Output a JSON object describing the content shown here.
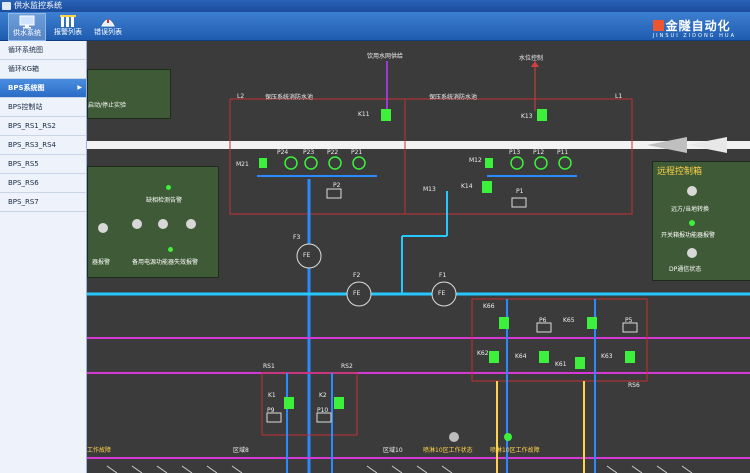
{
  "window": {
    "title": "供水监控系统"
  },
  "toolbar": {
    "buttons": [
      {
        "label": "供水系统",
        "icon": "monitor-icon"
      },
      {
        "label": "报警列表",
        "icon": "alarm-list-icon"
      },
      {
        "label": "错误列表",
        "icon": "error-list-icon"
      }
    ],
    "logo": {
      "text": "金隧自动化",
      "subtext": "JINSUI ZIDONG HUA"
    }
  },
  "sidebar": {
    "items": [
      {
        "label": "循环系统图"
      },
      {
        "label": "循环KG箱"
      },
      {
        "label": "BPS系统图",
        "active": true
      },
      {
        "label": "BPS控制站"
      },
      {
        "label": "BPS_RS1_RS2"
      },
      {
        "label": "BPS_RS3_RS4"
      },
      {
        "label": "BPS_RS5"
      },
      {
        "label": "BPS_RS6"
      },
      {
        "label": "BPS_RS7"
      }
    ]
  },
  "diagram": {
    "top_labels": {
      "fire_water": "饮用水网供给",
      "water_ctrl": "水位控制"
    },
    "tank_left_title": "保压系统消防水池",
    "tank_right_title": "保压系统消防水池",
    "L2": "L2",
    "L1": "L1",
    "K11": "K11",
    "K13": "K13",
    "K14": "K14",
    "M21": "M21",
    "M12": "M12",
    "M13": "M13",
    "P24": "P24",
    "P23": "P23",
    "P22": "P22",
    "P21": "P21",
    "P13": "P13",
    "P12": "P12",
    "P11": "P11",
    "P1": "P1",
    "P2": "P2",
    "F1": "F1",
    "F2": "F2",
    "F3": "F3",
    "FE": "FE",
    "K66": "K66",
    "K65": "K65",
    "K62": "K62",
    "K64": "K64",
    "K61": "K61",
    "K63": "K63",
    "P6": "P6",
    "P5": "P5",
    "RS6": "RS6",
    "RS1": "RS1",
    "RS2": "RS2",
    "K1": "K1",
    "K2": "K2",
    "P9": "P9",
    "P10": "P10",
    "left_panel_text": "启动/停止实验",
    "left_panel2": {
      "line1": "缺相检测告警",
      "line2": "器报警",
      "line3": "备用电源功能器失效报警"
    },
    "right_panel": {
      "title": "远程控制箱",
      "line1": "远方/当地转换",
      "line2": "开关箱报功能器报警",
      "line3": "DP通信状态"
    },
    "bottom": {
      "work_fault": "工作故障",
      "zone8": "区域8",
      "zone10": "区域10",
      "zone10_work": "喷淋10区工作状态",
      "zone10_fault": "喷淋10区工作故障"
    }
  }
}
